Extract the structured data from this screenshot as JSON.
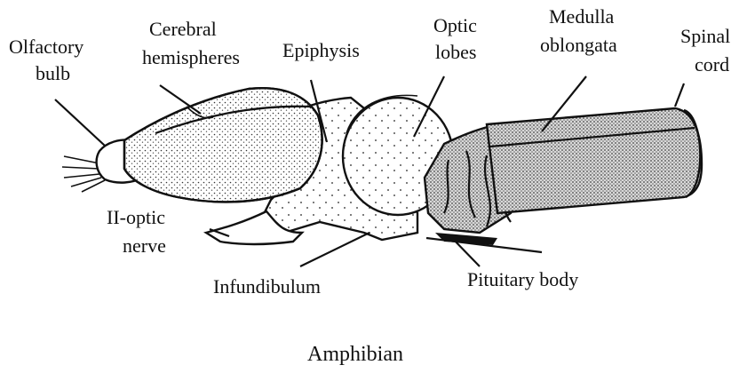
{
  "labels": {
    "olfactory_bulb_line1": "Olfactory",
    "olfactory_bulb_line2": "bulb",
    "cerebral_line1": "Cerebral",
    "cerebral_line2": "hemispheres",
    "epiphysis": "Epiphysis",
    "optic_lobes_line1": "Optic",
    "optic_lobes_line2": "lobes",
    "medulla_line1": "Medulla",
    "medulla_line2": "oblongata",
    "spinal_line1": "Spinal",
    "spinal_line2": "cord",
    "optic_nerve_line1": "II-optic",
    "optic_nerve_line2": "nerve",
    "infundibulum": "Infundibulum",
    "pituitary": "Pituitary body"
  },
  "caption": "Amphibian"
}
